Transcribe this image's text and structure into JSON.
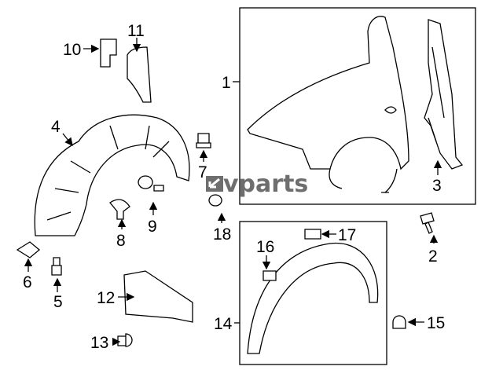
{
  "watermark": {
    "text": "vparts"
  },
  "callouts": {
    "c1": "1",
    "c2": "2",
    "c3": "3",
    "c4": "4",
    "c5": "5",
    "c6": "6",
    "c7": "7",
    "c8": "8",
    "c9": "9",
    "c10": "10",
    "c11": "11",
    "c12": "12",
    "c13": "13",
    "c14": "14",
    "c15": "15",
    "c16": "16",
    "c17": "17",
    "c18": "18"
  }
}
